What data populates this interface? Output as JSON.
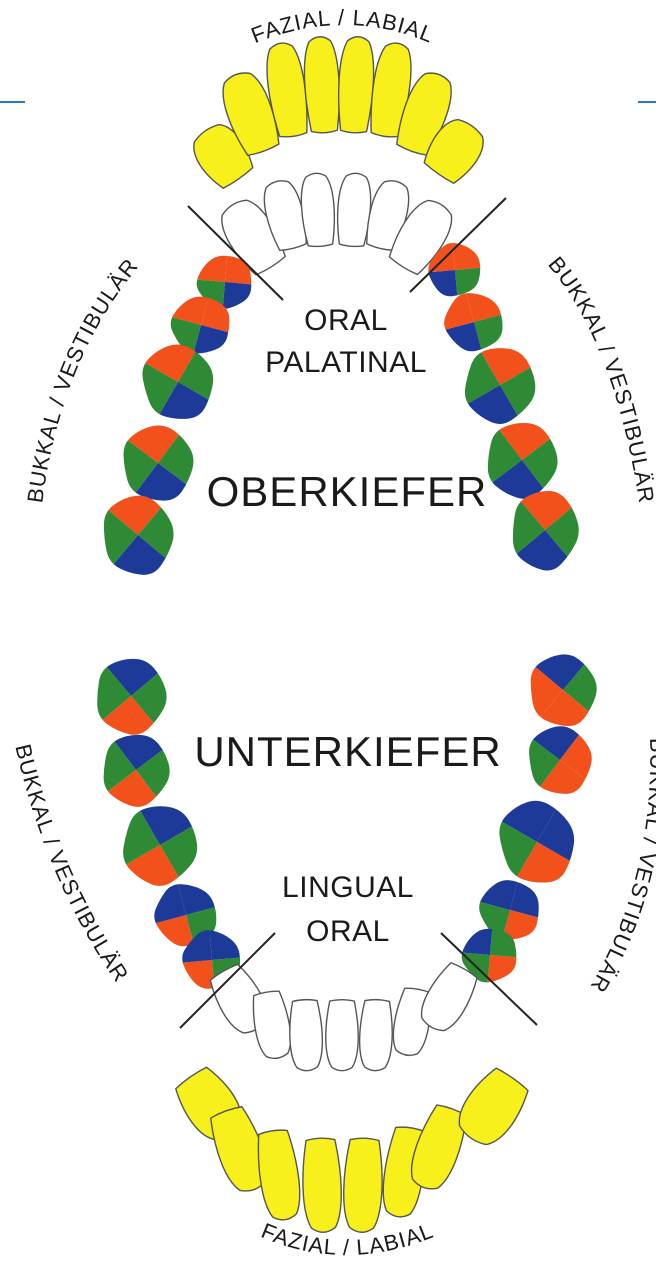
{
  "colors": {
    "facial": "#f7f01b",
    "oral": "#ffffff",
    "outline": "#555555",
    "sector_red": "#f2511b",
    "sector_green": "#2f8a35",
    "sector_blue": "#1e3a99",
    "guide_line": "#2a7ab8",
    "text": "#1a1a1a"
  },
  "upper": {
    "jaw_label": "OBERKIEFER",
    "facial_label": "FAZIAL / LABIAL",
    "oral_label_1": "ORAL",
    "oral_label_2": "PALATINAL",
    "side_left": "BUKKAL / VESTIBULÄR",
    "side_right": "BUKKAL / VESTIBULÄR"
  },
  "lower": {
    "jaw_label": "UNTERKIEFER",
    "facial_label": "FAZIAL / LABIAL",
    "oral_label_1": "LINGUAL",
    "oral_label_2": "ORAL",
    "side_left": "BUKKAL / VESTIBULÄR",
    "side_right": "BUKKAL / VESTIBULÄR"
  },
  "icons": {
    "facial_teeth": "yellow-tooth-crown-icon",
    "oral_teeth": "white-tooth-crown-icon",
    "posterior_teeth": "quadrant-tooth-icon"
  }
}
